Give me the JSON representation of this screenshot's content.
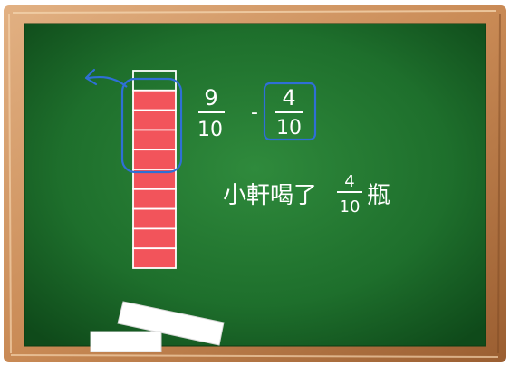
{
  "colors": {
    "board_light": "#2f8a3c",
    "board_mid": "#1e6f2c",
    "board_dark": "#0f4a1a",
    "frame_wood": "#c98a55",
    "frame_wood_light": "#e2b183",
    "frame_wood_dark": "#9a5e31",
    "shaded_cell": "#f2545b",
    "chalk": "#ffffff",
    "marker_blue": "#2f6fd6"
  },
  "bar_model": {
    "total_parts": 10,
    "shaded_parts": 9,
    "circled_parts": 4
  },
  "equation": {
    "first_numerator": "9",
    "first_denominator": "10",
    "operator": "-",
    "second_numerator": "4",
    "second_denominator": "10"
  },
  "statement": {
    "text": "小軒喝了",
    "numerator": "4",
    "denominator": "10",
    "unit": "瓶"
  },
  "icons": {
    "arrow": "curved-arrow-left-icon",
    "chalk": "chalk-stick-icon"
  }
}
